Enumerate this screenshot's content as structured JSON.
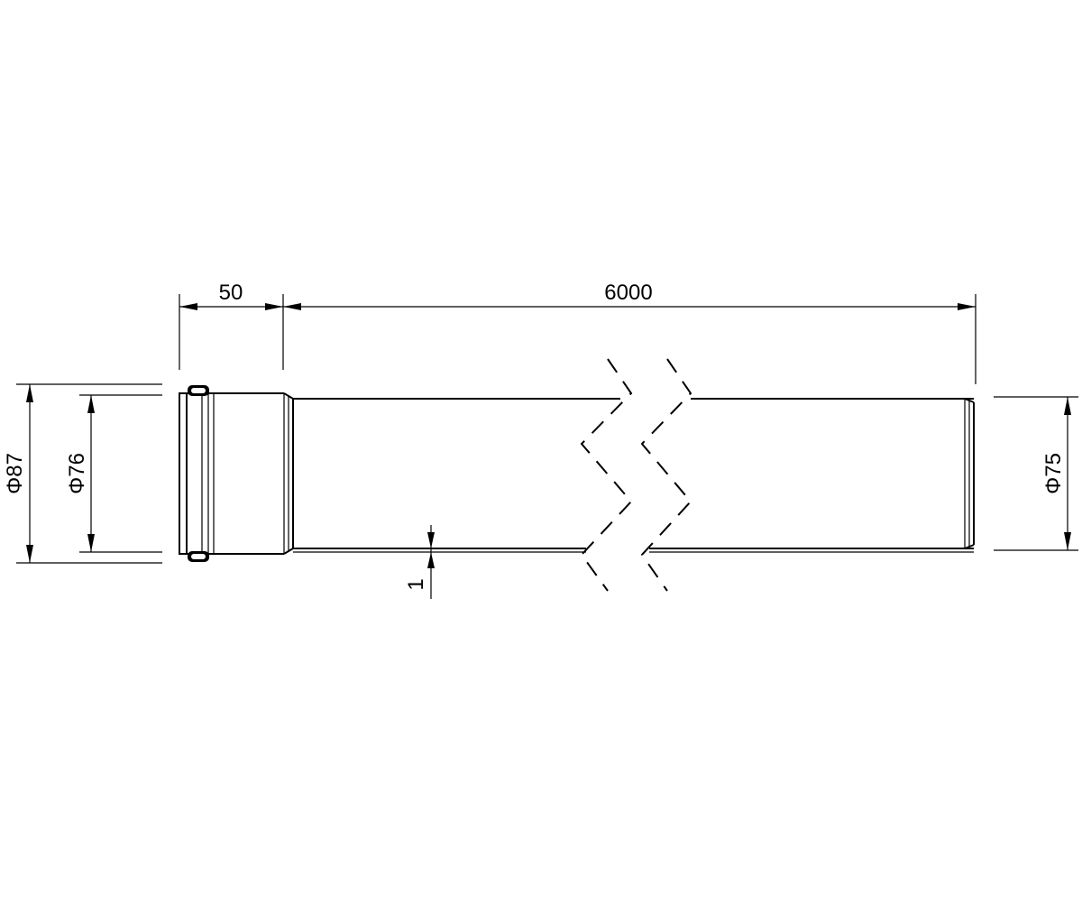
{
  "dimensions": {
    "socket_length": "50",
    "pipe_length": "6000",
    "outer_socket_diameter": "Φ87",
    "inner_socket_diameter": "Φ76",
    "pipe_outer_diameter": "Φ75",
    "wall_thickness": "1"
  },
  "colors": {
    "line": "#000000",
    "background": "#ffffff"
  }
}
